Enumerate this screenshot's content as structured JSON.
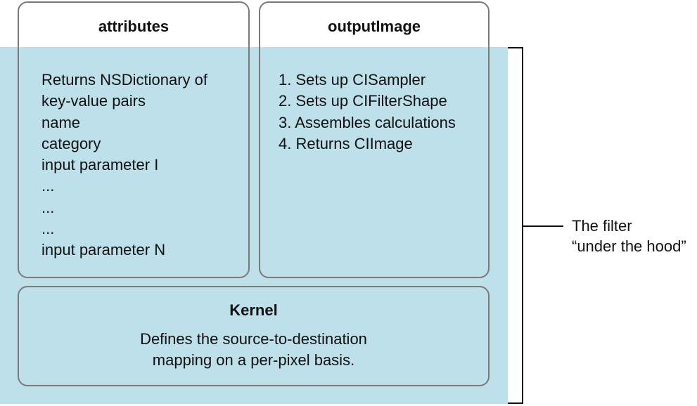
{
  "attributes_box": {
    "title": "attributes",
    "lines": [
      "Returns NSDictionary of",
      "key-value pairs",
      "name",
      "category",
      "input parameter I",
      "...",
      "...",
      "...",
      "input parameter N"
    ]
  },
  "output_box": {
    "title": "outputImage",
    "lines": [
      "1. Sets up CISampler",
      "2. Sets up CIFilterShape",
      "3. Assembles calculations",
      "4. Returns CIImage"
    ]
  },
  "kernel_box": {
    "title": "Kernel",
    "description_lines": [
      "Defines the source-to-destination",
      "mapping on a per-pixel basis."
    ]
  },
  "callout": {
    "lines": [
      "The filter",
      "“under the hood”"
    ]
  },
  "colors": {
    "panel_fill": "#bde0ea",
    "box_border": "#7a7a7a",
    "bracket": "#111111"
  }
}
